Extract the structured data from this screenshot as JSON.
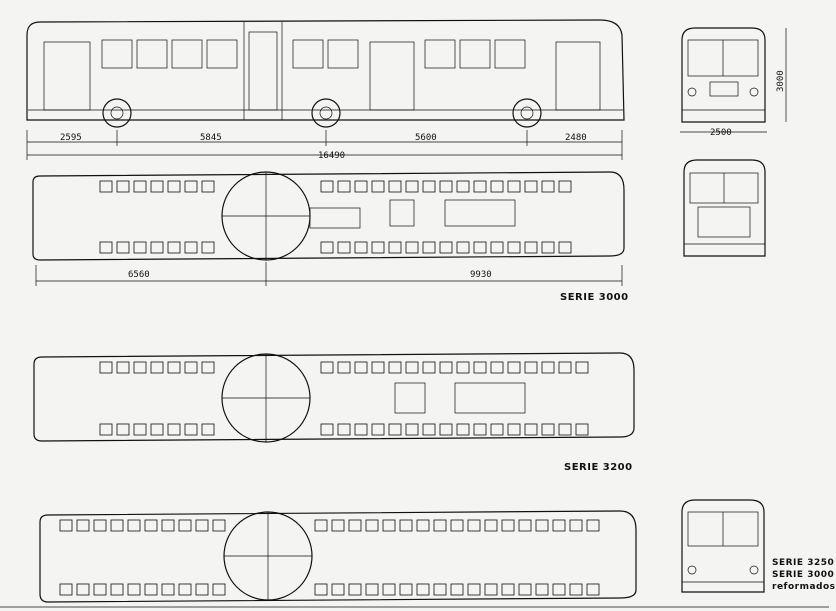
{
  "dimensions": {
    "side": [
      "2595",
      "5845",
      "5600",
      "2480",
      "16490"
    ],
    "front_width": "2500",
    "front_height": "3000",
    "plan_split": [
      "6560",
      "9930"
    ]
  },
  "labels": {
    "serie_3000": "SERIE 3000",
    "serie_3200": "SERIE 3200",
    "serie_reformados_1": "SERIE 3250",
    "serie_reformados_2": "SERIE 3000",
    "serie_reformados_3": "reformados"
  },
  "colors": {
    "ink": "#111111",
    "paper": "#f4f4f2"
  }
}
